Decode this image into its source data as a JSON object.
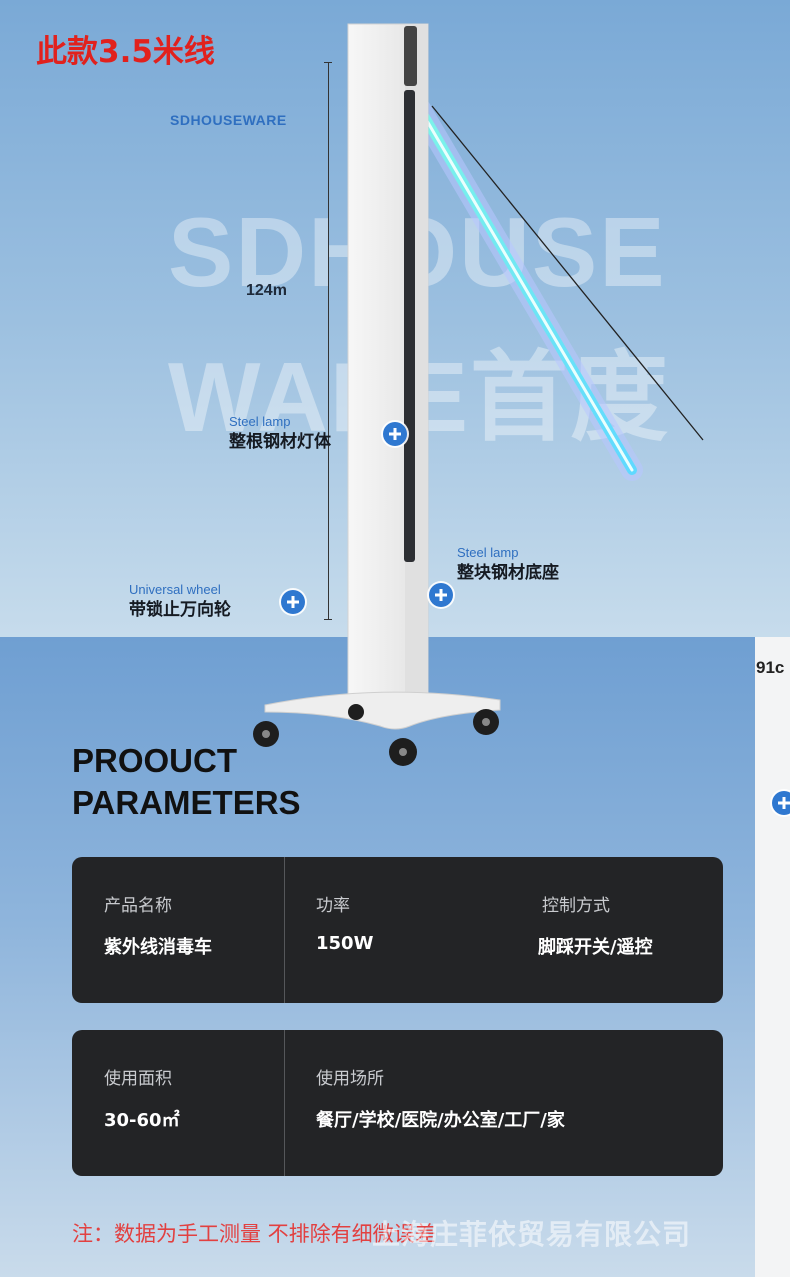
{
  "headline": "此款3.5米线",
  "brand": "SDHOUSEWARE",
  "watermark": {
    "line1": "SDHOUSE",
    "line2": "WARE首度"
  },
  "dimension": {
    "height": "124m",
    "side": "91c"
  },
  "features": [
    {
      "en": "Steel lamp",
      "zh": "整根钢材灯体"
    },
    {
      "en": "Steel lamp",
      "zh": "整块钢材底座"
    },
    {
      "en": "Universal wheel",
      "zh": "带锁止万向轮"
    }
  ],
  "params_title": {
    "line1": "PROOUCT",
    "line2": "PARAMETERS"
  },
  "card1": {
    "name_label": "产品名称",
    "name_value": "紫外线消毒车",
    "power_label": "功率",
    "power_value": "150W",
    "control_label": "控制方式",
    "control_value": "脚踩开关/遥控"
  },
  "card2": {
    "area_label": "使用面积",
    "area_value": "30-60㎡",
    "place_label": "使用场所",
    "place_value": "餐厅/学校/医院/办公室/工厂/家"
  },
  "note": "注：数据为手工测量  不排除有细微误差",
  "company_watermark": "上海庄菲依贸易有限公司",
  "colors": {
    "headline": "#e1211d",
    "accent": "#2f78d0",
    "card": "#232426"
  }
}
